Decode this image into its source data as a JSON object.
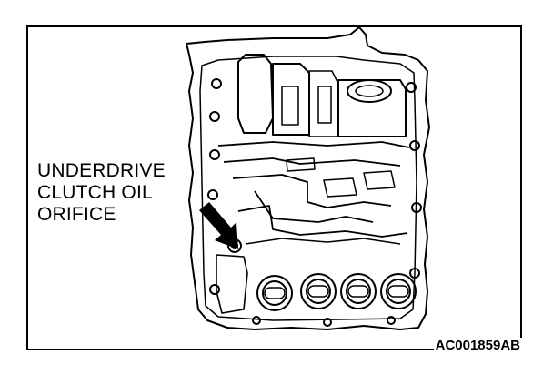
{
  "callout": {
    "lines": [
      "UNDERDRIVE",
      "CLUTCH OIL",
      "ORIFICE"
    ]
  },
  "figure_code": "AC001859AB",
  "icons": {
    "pointer": "arrow-icon"
  }
}
